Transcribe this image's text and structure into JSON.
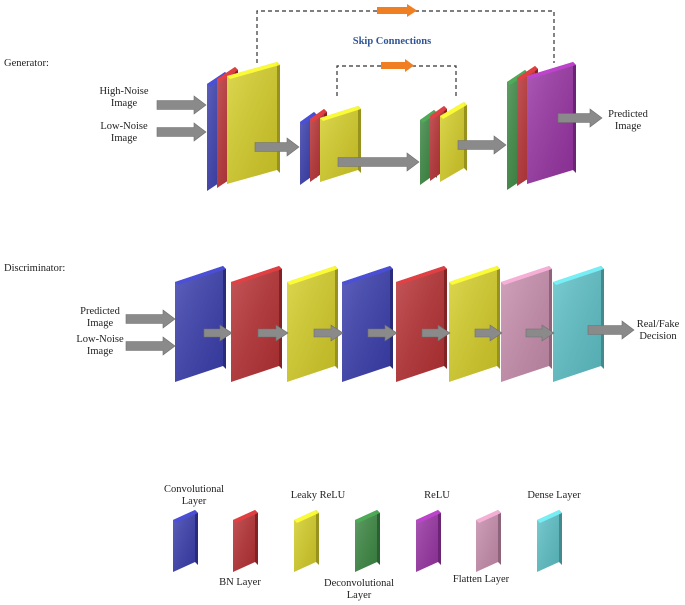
{
  "colors": {
    "conv": "#3b3fae",
    "bn": "#b83235",
    "leaky": "#d7d02a",
    "deconv": "#3e8a45",
    "relu": "#9a35a6",
    "flatten": "#c98fae",
    "dense": "#5fc3c9",
    "arrow": "#8a8a8a",
    "skip_arrow": "#f07f24"
  },
  "generator": {
    "title": "Generator:",
    "inputs": [
      "High-Noise",
      "Image",
      "Low-Noise",
      "Image"
    ],
    "output": [
      "Predicted",
      "Image"
    ],
    "skip_label": "Skip Connections"
  },
  "discriminator": {
    "title": "Discriminator:",
    "inputs": [
      "Predicted",
      "Image",
      "Low-Noise",
      "Image"
    ],
    "output": [
      "Real/Fake",
      "Decision"
    ],
    "layers": [
      "conv",
      "bn",
      "leaky",
      "conv",
      "bn",
      "leaky",
      "flatten",
      "dense"
    ]
  },
  "legend": {
    "conv": [
      "Convolutional",
      "Layer"
    ],
    "bn": [
      "BN Layer"
    ],
    "leaky": [
      "Leaky ReLU"
    ],
    "deconv": [
      "Deconvolutional",
      "Layer"
    ],
    "relu": [
      "ReLU"
    ],
    "flatten": [
      "Flatten Layer"
    ],
    "dense": [
      "Dense Layer"
    ]
  }
}
